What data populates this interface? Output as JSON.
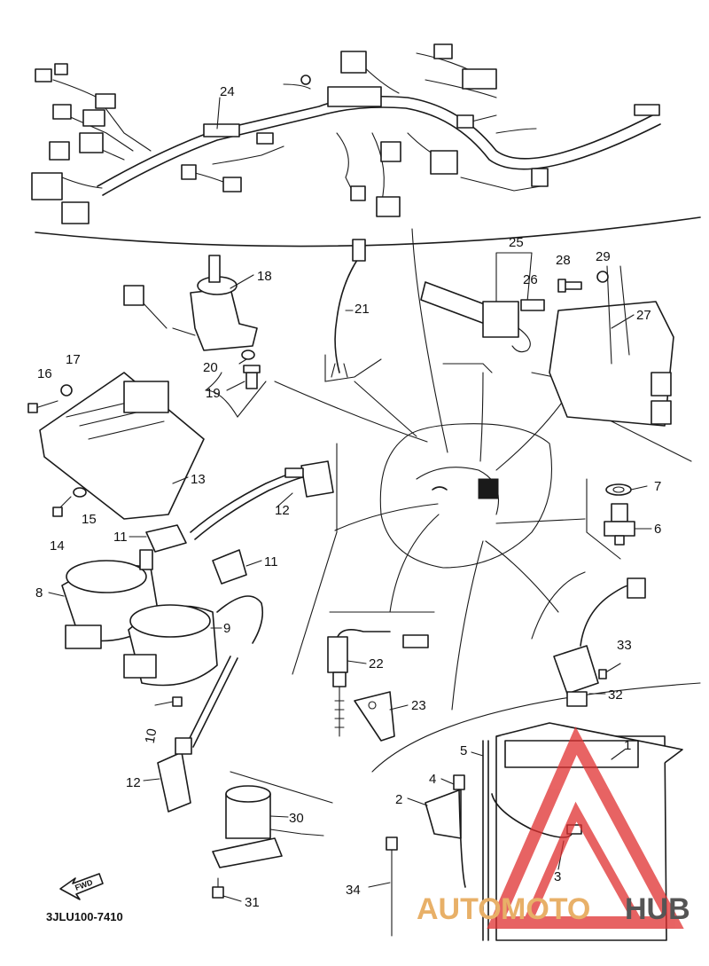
{
  "diagram": {
    "callouts": {
      "p1": "1",
      "p2": "2",
      "p3": "3",
      "p4": "4",
      "p5": "5",
      "p6": "6",
      "p7": "7",
      "p8": "8",
      "p9": "9",
      "p10": "10",
      "p11a": "11",
      "p11b": "11",
      "p12a": "12",
      "p12b": "12",
      "p13": "13",
      "p14": "14",
      "p15": "15",
      "p16": "16",
      "p17": "17",
      "p18": "18",
      "p19": "19",
      "p20": "20",
      "p21": "21",
      "p22": "22",
      "p23": "23",
      "p24": "24",
      "p25": "25",
      "p26": "26",
      "p27": "27",
      "p28": "28",
      "p29": "29",
      "p30": "30",
      "p31": "31",
      "p32": "32",
      "p33": "33",
      "p34": "34"
    },
    "diagram_code": "3JLU100-7410",
    "fwd_label": "FWD"
  },
  "watermark": {
    "part1": "AUTO",
    "part2": "MOTO",
    "part3": "HUB",
    "color_accent": "#e8b068",
    "color_dark": "#555555",
    "triangle_color": "#e03030"
  }
}
